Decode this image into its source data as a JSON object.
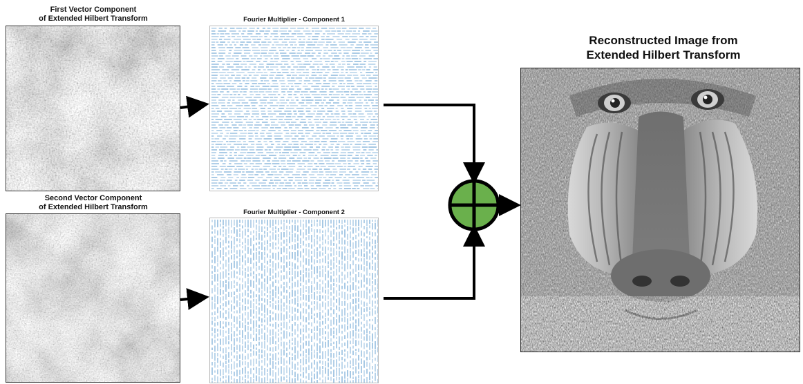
{
  "panels": {
    "first_component": {
      "title_line1": "First Vector Component",
      "title_line2": "of Extended Hilbert Transform"
    },
    "second_component": {
      "title_line1": "Second Vector Component",
      "title_line2": "of Extended Hilbert Transform"
    },
    "multiplier1": {
      "title": "Fourier Multiplier - Component 1"
    },
    "multiplier2": {
      "title": "Fourier Multiplier - Component 2"
    },
    "reconstructed": {
      "title_line1": "Reconstructed Image from",
      "title_line2": "Extended Hilbert Transform"
    }
  },
  "colors": {
    "sum_node": "#6ab04c",
    "multiplier_marks": "#2f7fc1",
    "arrows": "#000000"
  },
  "icons": {
    "sum_node": "circled-plus-icon",
    "arrow": "arrow-right-icon"
  }
}
